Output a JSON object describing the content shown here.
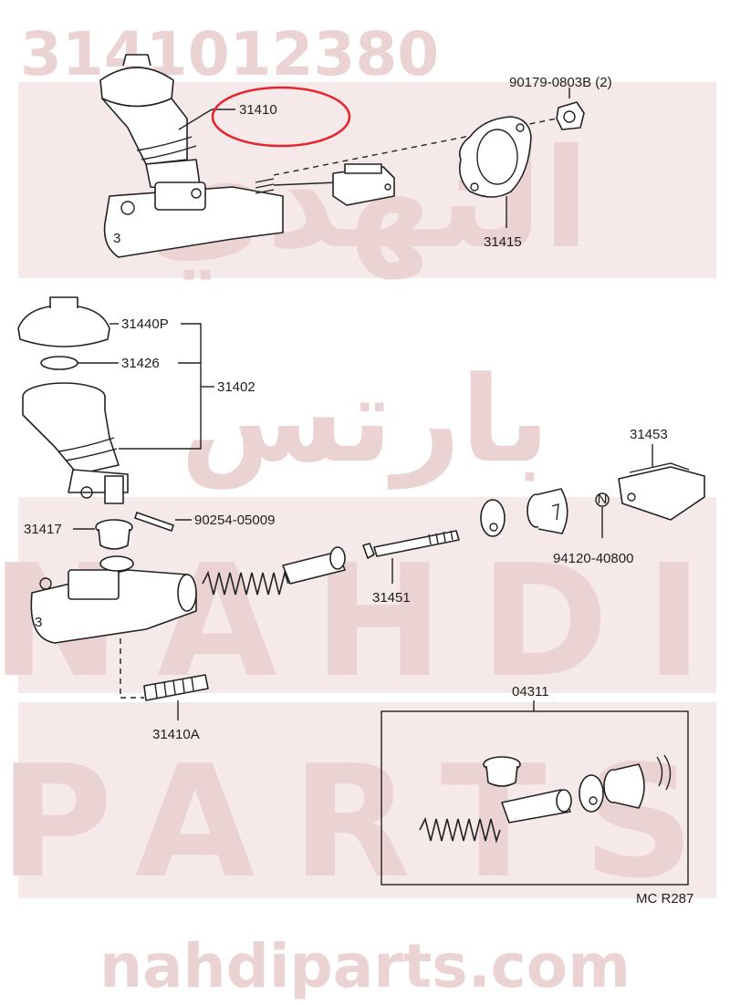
{
  "watermark": {
    "part_number": "3141012380",
    "arabic_brand": "النهدي",
    "arabic_parts": "بارتس",
    "latin_top": "NAHDI",
    "latin_bottom": "PARTS",
    "footer": "nahdiparts.com",
    "color": "#ecd3d3",
    "band_color": "#f6e9e9"
  },
  "highlight": {
    "label": "31410",
    "color": "#e8222a"
  },
  "labels": {
    "p90179": "90179-0803B (2)",
    "p31415": "31415",
    "p31440P": "31440P",
    "p31426": "31426",
    "p31402": "31402",
    "p31453": "31453",
    "p31417": "31417",
    "p90254": "90254-05009",
    "p94120": "94120-40800",
    "p31451": "31451",
    "p04311": "04311",
    "p31410A": "31410A",
    "n_marker": "N"
  },
  "diagram_code": "MC R287"
}
